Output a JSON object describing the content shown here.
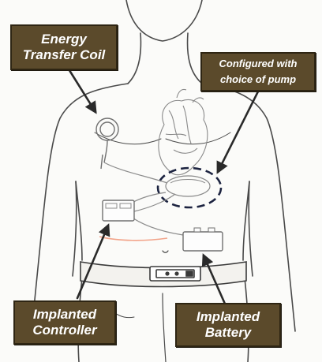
{
  "labels": {
    "energy_transfer_coil": "Energy\nTransfer Coil",
    "pump_choice": "Configured with\nchoice of pump",
    "implanted_controller": "Implanted\nController",
    "implanted_battery": "Implanted\nBattery"
  },
  "colors": {
    "callout_fill": "#5b4a2b",
    "callout_text": "#ffffff",
    "line_art": "#333333",
    "pump_outline": "#1c2340"
  }
}
